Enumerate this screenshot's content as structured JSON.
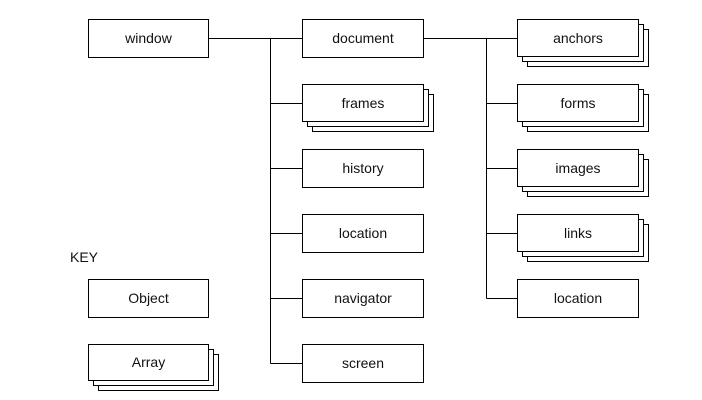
{
  "diagram": {
    "root": "window",
    "document": "document",
    "window_children": [
      "frames",
      "history",
      "location",
      "navigator",
      "screen"
    ],
    "document_children": [
      "anchors",
      "forms",
      "images",
      "links",
      "location"
    ],
    "key": {
      "title": "KEY",
      "object_label": "Object",
      "array_label": "Array"
    }
  }
}
